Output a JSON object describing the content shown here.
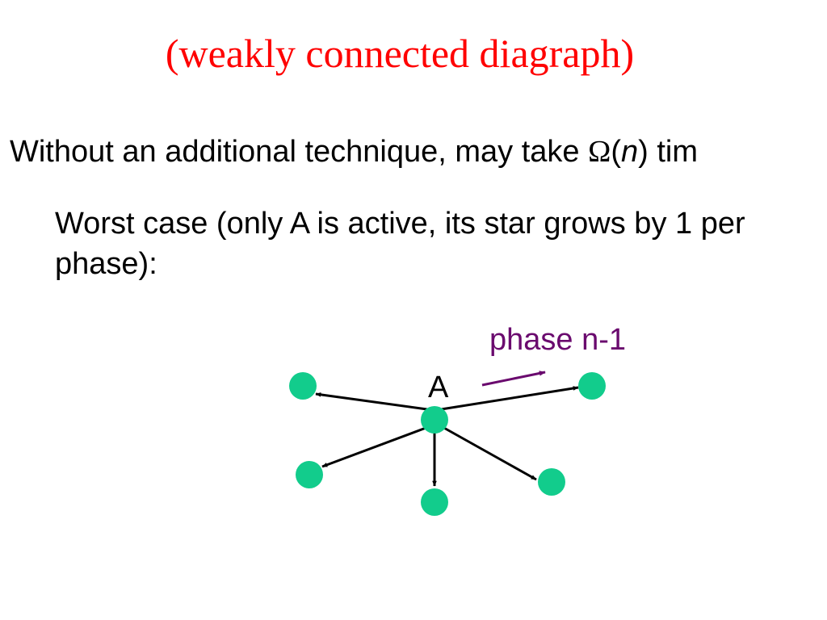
{
  "title": "(weakly connected diagraph)",
  "colors": {
    "title": "#ff0000",
    "text": "#000000",
    "node": "#12cc8c",
    "phase": "#6a0a6e"
  },
  "line1": {
    "prefix": "Without an additional technique, may take ",
    "omega": "Ω",
    "open_paren": "(",
    "n": "n",
    "close_rest": ") tim"
  },
  "line2": {
    "text": "Worst case (only A is active, its star grows by 1 per phase):"
  },
  "diagram": {
    "center_label": "A",
    "phase_label": "phase n-1",
    "nodes": [
      "center",
      "top-left",
      "top-right",
      "bottom-left",
      "bottom",
      "bottom-right"
    ]
  }
}
